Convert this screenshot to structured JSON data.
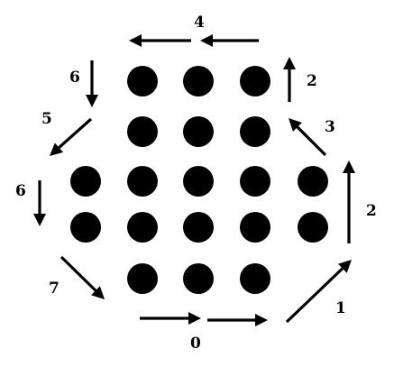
{
  "colors": {
    "dot": "#000000",
    "arrow": "#000000",
    "background": "#ffffff"
  },
  "dot_rows": [
    3,
    3,
    5,
    5,
    3
  ],
  "labels": {
    "bottom": "0",
    "lower_right": "1",
    "right": "2",
    "upper_right_diag": "3",
    "upper_right": "2",
    "top": "4",
    "upper_left_diag": "5",
    "upper_left": "6",
    "left": "6",
    "lower_left_diag": "7"
  },
  "arrow_directions": {
    "bottom": [
      "east",
      "east"
    ],
    "lower_right": "north-east",
    "right": "north",
    "upper_right_diag": "north-west",
    "upper_right": "north",
    "top": [
      "west",
      "west"
    ],
    "upper_left": "south",
    "upper_left_diag": "south-west",
    "left": "south",
    "lower_left_diag": "south-east"
  }
}
